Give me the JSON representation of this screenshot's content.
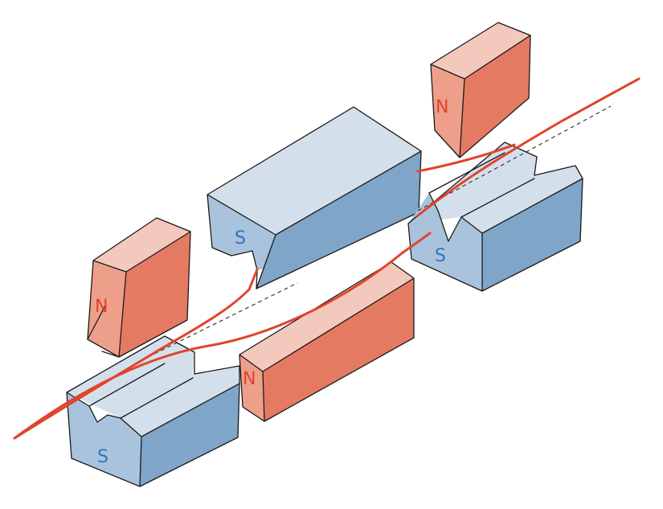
{
  "colors": {
    "red_light": "#f4c9bd",
    "red_mid": "#ee9f8a",
    "red_dark": "#e57a63",
    "blue_light": "#d3e0ec",
    "blue_mid": "#a9c3dc",
    "blue_dark": "#7fa5c9",
    "beam": "#e0442a",
    "ink": "#1a1a1a",
    "label_north": "#e0442a",
    "label_south": "#2f74c0"
  },
  "labels": {
    "north": "N",
    "south": "S"
  },
  "icons": {
    "north_pole": "red-magnet-block",
    "south_pole": "blue-magnet-block",
    "beam": "red-particle-trajectory",
    "reference_axis": "dashed-reference-line"
  }
}
